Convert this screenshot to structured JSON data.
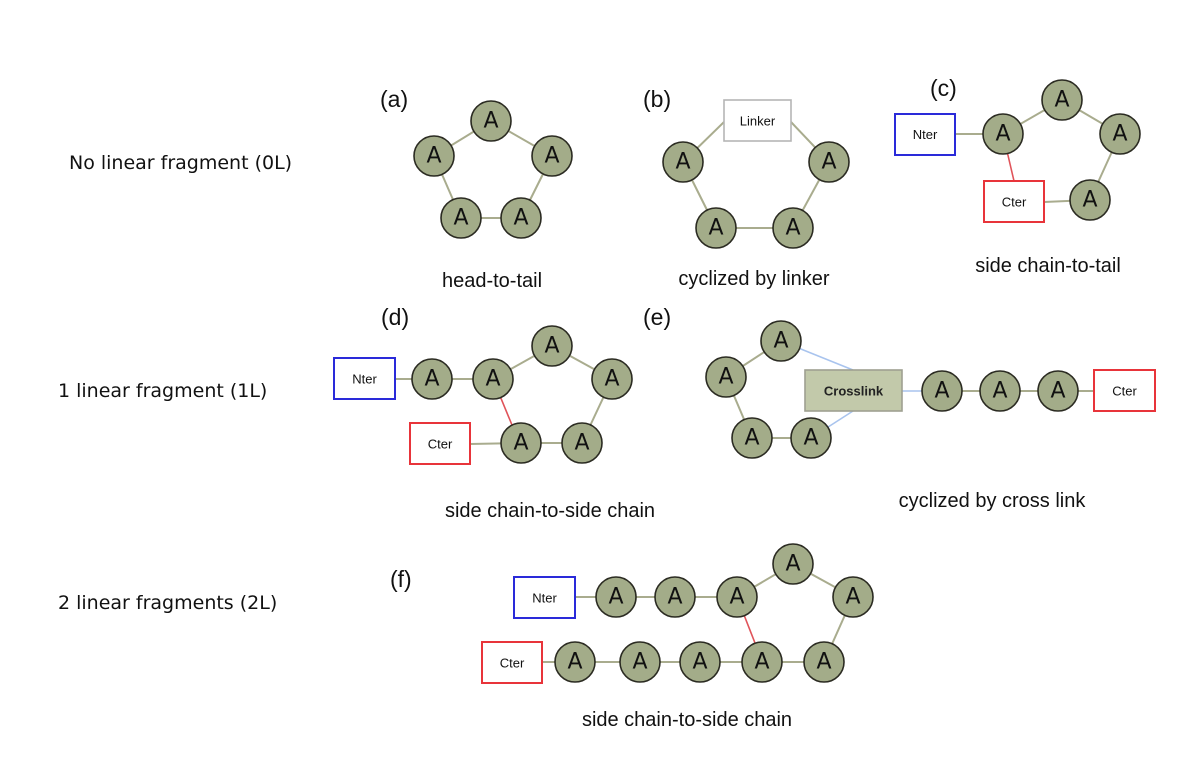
{
  "row_labels": {
    "zero": "No linear fragment (0L)",
    "one": "1 linear fragment (1L)",
    "two": "2 linear fragments (2L)"
  },
  "panels": {
    "a": {
      "letter": "(a)",
      "caption": "head-to-tail"
    },
    "b": {
      "letter": "(b)",
      "caption": "cyclized by linker",
      "linker_label": "Linker"
    },
    "c": {
      "letter": "(c)",
      "caption": "side chain-to-tail",
      "nter_label": "Nter",
      "cter_label": "Cter"
    },
    "d": {
      "letter": "(d)",
      "caption": "side chain-to-side chain",
      "nter_label": "Nter",
      "cter_label": "Cter"
    },
    "e": {
      "letter": "(e)",
      "caption": "cyclized by cross link",
      "crosslink_label": "Crosslink",
      "cter_label": "Cter"
    },
    "f": {
      "letter": "(f)",
      "caption": "side chain-to-side chain",
      "nter_label": "Nter",
      "cter_label": "Cter"
    }
  },
  "residue_label": "A",
  "colors": {
    "residue_fill": "#a3ac89",
    "nter_border": "#2a2ad9",
    "cter_border": "#e8343a",
    "linker_border": "#b5b5b5",
    "crosslink_fill": "#c2c9aa",
    "backbone_edge": "#a9ac8e",
    "sidechain_bond": "#e0545a",
    "crosslink_bond": "#a9c4ee"
  }
}
